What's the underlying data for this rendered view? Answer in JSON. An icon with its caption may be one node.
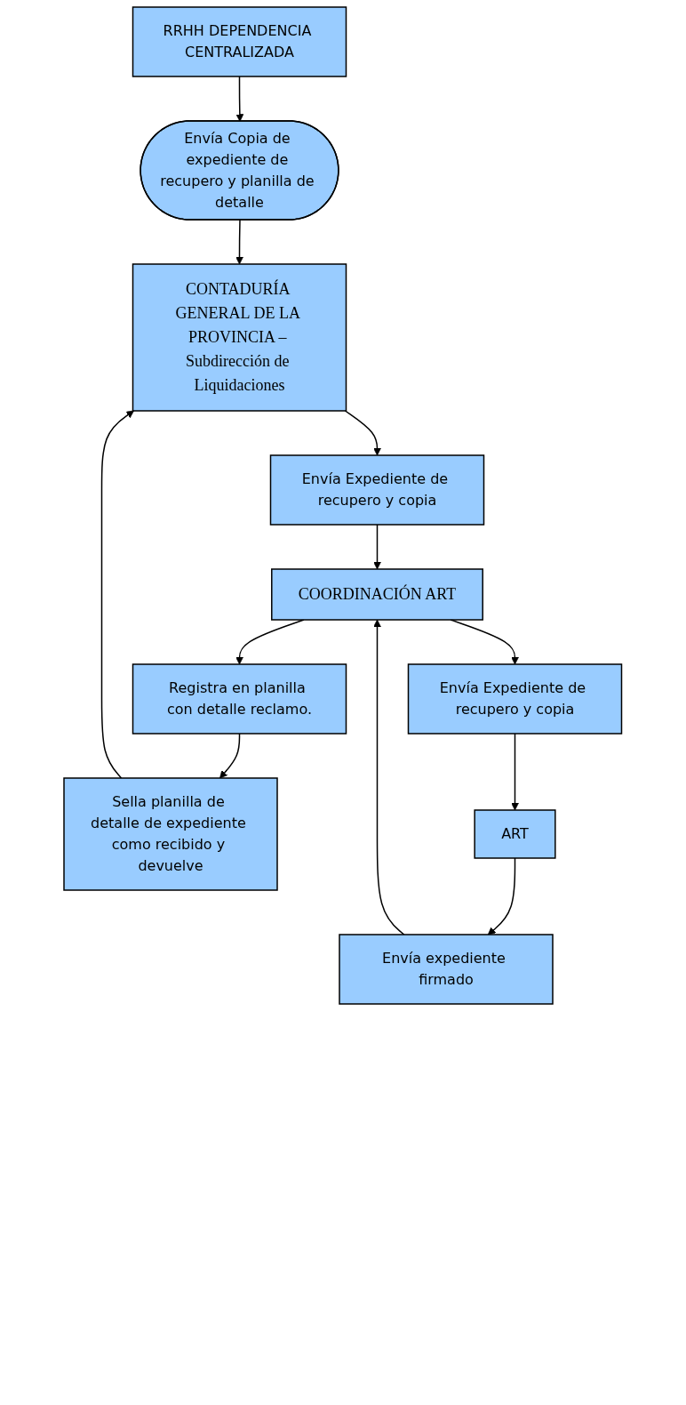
{
  "diagram": {
    "nodes": [
      {
        "text": [
          "RRHH DEPENDENCIA CENTRALIZADA"
        ]
      },
      {
        "text": [
          "Envía Copia de expediente de recupero y planilla de detalle"
        ]
      },
      {
        "text": [
          "CONTADURÍA GENERAL DE LA PROVINCIA – Subdirección de Liquidaciones"
        ]
      },
      {
        "text": [
          "Envía Expediente de recupero y copia"
        ]
      },
      {
        "text": [
          "COORDINACIÓN ART"
        ]
      },
      {
        "text": [
          "Registra en planilla con detalle reclamo."
        ]
      },
      {
        "text": [
          "Sella planilla de detalle de expediente como recibido y devuelve"
        ]
      },
      {
        "text": [
          "Envía Expediente de recupero y copia"
        ]
      },
      {
        "text": [
          "ART"
        ]
      },
      {
        "text": [
          "Envía expediente firmado"
        ]
      }
    ],
    "edges": [
      {
        "from": 0,
        "to": 1,
        "arrow": "to"
      },
      {
        "from": 1,
        "to": 2,
        "arrow": "to"
      },
      {
        "from": 2,
        "to": 3,
        "arrow": "to"
      },
      {
        "from": 3,
        "to": 4,
        "arrow": "to"
      },
      {
        "from": 4,
        "to": 5,
        "arrow": "to"
      },
      {
        "from": 5,
        "to": 6,
        "arrow": "to"
      },
      {
        "from": 6,
        "to": 2,
        "arrow": "to"
      },
      {
        "from": 4,
        "to": 7,
        "arrow": "to"
      },
      {
        "from": 7,
        "to": 8,
        "arrow": "to"
      },
      {
        "from": 8,
        "to": 9,
        "arrow": "to"
      },
      {
        "from": 9,
        "to": 4,
        "arrow": "to"
      }
    ]
  }
}
